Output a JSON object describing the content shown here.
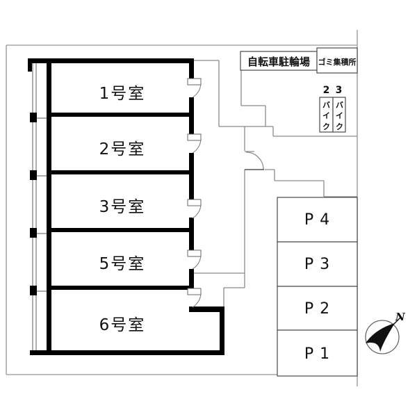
{
  "rooms": [
    {
      "label": "1号室"
    },
    {
      "label": "2号室"
    },
    {
      "label": "3号室"
    },
    {
      "label": "5号室"
    },
    {
      "label": "6号室"
    }
  ],
  "parking_spaces": [
    {
      "label": "P 4"
    },
    {
      "label": "P 3"
    },
    {
      "label": "P 2"
    },
    {
      "label": "P 1"
    }
  ],
  "bike_stalls": [
    {
      "number": "2",
      "label": "バイク"
    },
    {
      "number": "3",
      "label": "バイク"
    }
  ],
  "facilities": {
    "bicycle_parking_label": "自転車駐輪場",
    "garbage_label": "ゴミ集積所"
  },
  "compass": {
    "north_label": "N"
  },
  "colors": {
    "wall": "#000000",
    "thin_line": "#8a8a8a",
    "boundary": "#a8a8a8",
    "box_line": "#4a4a4a",
    "background": "#ffffff",
    "text": "#111111"
  }
}
